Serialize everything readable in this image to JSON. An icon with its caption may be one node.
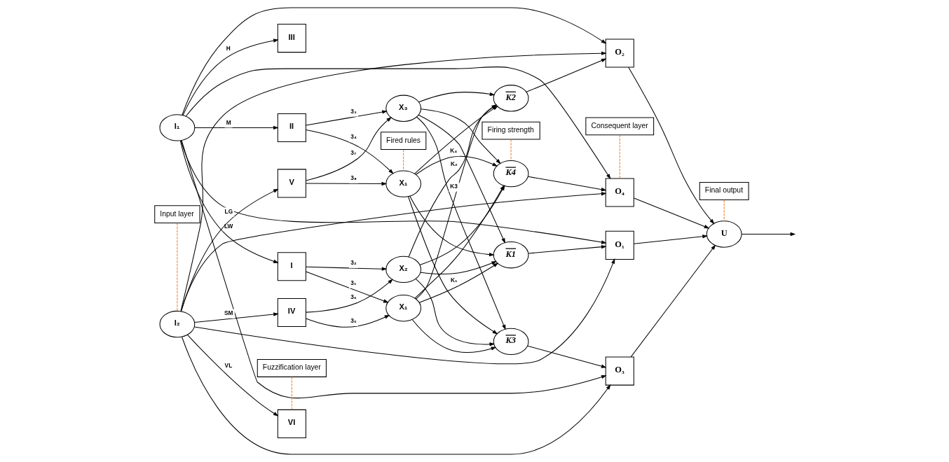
{
  "diagram": {
    "nodes": [
      {
        "text": [
          "I₁"
        ]
      },
      {
        "text": [
          "I₂"
        ]
      },
      {
        "text": [
          "I"
        ]
      },
      {
        "text": [
          "II"
        ]
      },
      {
        "text": [
          "III"
        ]
      },
      {
        "text": [
          "IV"
        ]
      },
      {
        "text": [
          "V"
        ]
      },
      {
        "text": [
          "VI"
        ]
      },
      {
        "text": [
          "X₁"
        ]
      },
      {
        "text": [
          "X₂"
        ]
      },
      {
        "text": [
          "X₃"
        ]
      },
      {
        "text": [
          "X₁"
        ]
      },
      {
        "text": [
          "K1"
        ]
      },
      {
        "text": [
          "K2"
        ]
      },
      {
        "text": [
          "K3"
        ]
      },
      {
        "text": [
          "K4"
        ]
      },
      {
        "text": [
          "O₁"
        ]
      },
      {
        "text": [
          "O₂"
        ]
      },
      {
        "text": [
          "O₃"
        ]
      },
      {
        "text": [
          "O₄"
        ]
      },
      {
        "text": [
          "U"
        ]
      },
      {
        "text": [
          "Input layer"
        ]
      },
      {
        "text": [
          "Fuzzification layer"
        ]
      },
      {
        "text": [
          "Fired rules"
        ]
      },
      {
        "text": [
          "Firing strength"
        ]
      },
      {
        "text": [
          "Consequent layer"
        ]
      },
      {
        "text": [
          "Final output"
        ]
      }
    ],
    "edges": [
      {
        "from": 0,
        "to": 2,
        "arrow": "to",
        "label": "LW"
      },
      {
        "from": 0,
        "to": 3,
        "arrow": "to",
        "label": "M"
      },
      {
        "from": 0,
        "to": 4,
        "arrow": "to",
        "label": "H"
      },
      {
        "from": 1,
        "to": 5,
        "arrow": "to",
        "label": "SM"
      },
      {
        "from": 1,
        "to": 6,
        "arrow": "to",
        "label": "LG"
      },
      {
        "from": 1,
        "to": 7,
        "arrow": "to",
        "label": "VL"
      },
      {
        "from": 2,
        "to": 8,
        "arrow": "to",
        "label": "3₁"
      },
      {
        "from": 2,
        "to": 9,
        "arrow": "to",
        "label": "3₂"
      },
      {
        "from": 3,
        "to": 10,
        "arrow": "to",
        "label": "3₃"
      },
      {
        "from": 3,
        "to": 11,
        "arrow": "to",
        "label": "3₄"
      },
      {
        "from": 5,
        "to": 8,
        "arrow": "to",
        "label": "3₅"
      },
      {
        "from": 5,
        "to": 9,
        "arrow": "to",
        "label": "3₆"
      },
      {
        "from": 6,
        "to": 10,
        "arrow": "to",
        "label": "3₇"
      },
      {
        "from": 6,
        "to": 11,
        "arrow": "to",
        "label": "3₈"
      },
      {
        "from": 8,
        "to": 12,
        "arrow": "to",
        "label": "K₁"
      },
      {
        "from": 8,
        "to": 13,
        "arrow": "to"
      },
      {
        "from": 8,
        "to": 14,
        "arrow": "to"
      },
      {
        "from": 8,
        "to": 15,
        "arrow": "to"
      },
      {
        "from": 9,
        "to": 12,
        "arrow": "to"
      },
      {
        "from": 9,
        "to": 13,
        "arrow": "to",
        "label": "K₂"
      },
      {
        "from": 9,
        "to": 14,
        "arrow": "to"
      },
      {
        "from": 9,
        "to": 15,
        "arrow": "to"
      },
      {
        "from": 10,
        "to": 12,
        "arrow": "to"
      },
      {
        "from": 10,
        "to": 13,
        "arrow": "to"
      },
      {
        "from": 10,
        "to": 14,
        "arrow": "to",
        "label": "K3"
      },
      {
        "from": 10,
        "to": 15,
        "arrow": "to"
      },
      {
        "from": 11,
        "to": 12,
        "arrow": "to"
      },
      {
        "from": 11,
        "to": 13,
        "arrow": "to"
      },
      {
        "from": 11,
        "to": 14,
        "arrow": "to"
      },
      {
        "from": 11,
        "to": 15,
        "arrow": "to",
        "label": "K₄"
      },
      {
        "from": 0,
        "to": 16,
        "arrow": "to"
      },
      {
        "from": 0,
        "to": 17,
        "arrow": "to"
      },
      {
        "from": 0,
        "to": 18,
        "arrow": "to"
      },
      {
        "from": 0,
        "to": 19,
        "arrow": "to"
      },
      {
        "from": 1,
        "to": 16,
        "arrow": "to"
      },
      {
        "from": 1,
        "to": 17,
        "arrow": "to"
      },
      {
        "from": 1,
        "to": 18,
        "arrow": "to"
      },
      {
        "from": 1,
        "to": 19,
        "arrow": "to"
      },
      {
        "from": 12,
        "to": 16,
        "arrow": "to"
      },
      {
        "from": 13,
        "to": 17,
        "arrow": "to"
      },
      {
        "from": 14,
        "to": 18,
        "arrow": "to"
      },
      {
        "from": 15,
        "to": 19,
        "arrow": "to"
      },
      {
        "from": 16,
        "to": 20,
        "arrow": "to"
      },
      {
        "from": 17,
        "to": 20,
        "arrow": "to"
      },
      {
        "from": 18,
        "to": 20,
        "arrow": "to"
      },
      {
        "from": 19,
        "to": 20,
        "arrow": "to"
      },
      {
        "from": 20,
        "to": null,
        "arrow": "to"
      },
      {
        "from": 21,
        "to": 1,
        "arrow": "none",
        "style": "dashed",
        "color": "#ed7d31"
      },
      {
        "from": 22,
        "to": 7,
        "arrow": "none",
        "style": "dashed",
        "color": "#ed7d31"
      },
      {
        "from": 23,
        "to": 11,
        "arrow": "none",
        "style": "dashed",
        "color": "#ed7d31"
      },
      {
        "from": 24,
        "to": 15,
        "arrow": "none",
        "style": "dashed",
        "color": "#ed7d31"
      },
      {
        "from": 25,
        "to": 19,
        "arrow": "none",
        "style": "dashed",
        "color": "#ed7d31"
      },
      {
        "from": 26,
        "to": 20,
        "arrow": "none",
        "style": "dashed",
        "color": "#ed7d31"
      }
    ]
  }
}
